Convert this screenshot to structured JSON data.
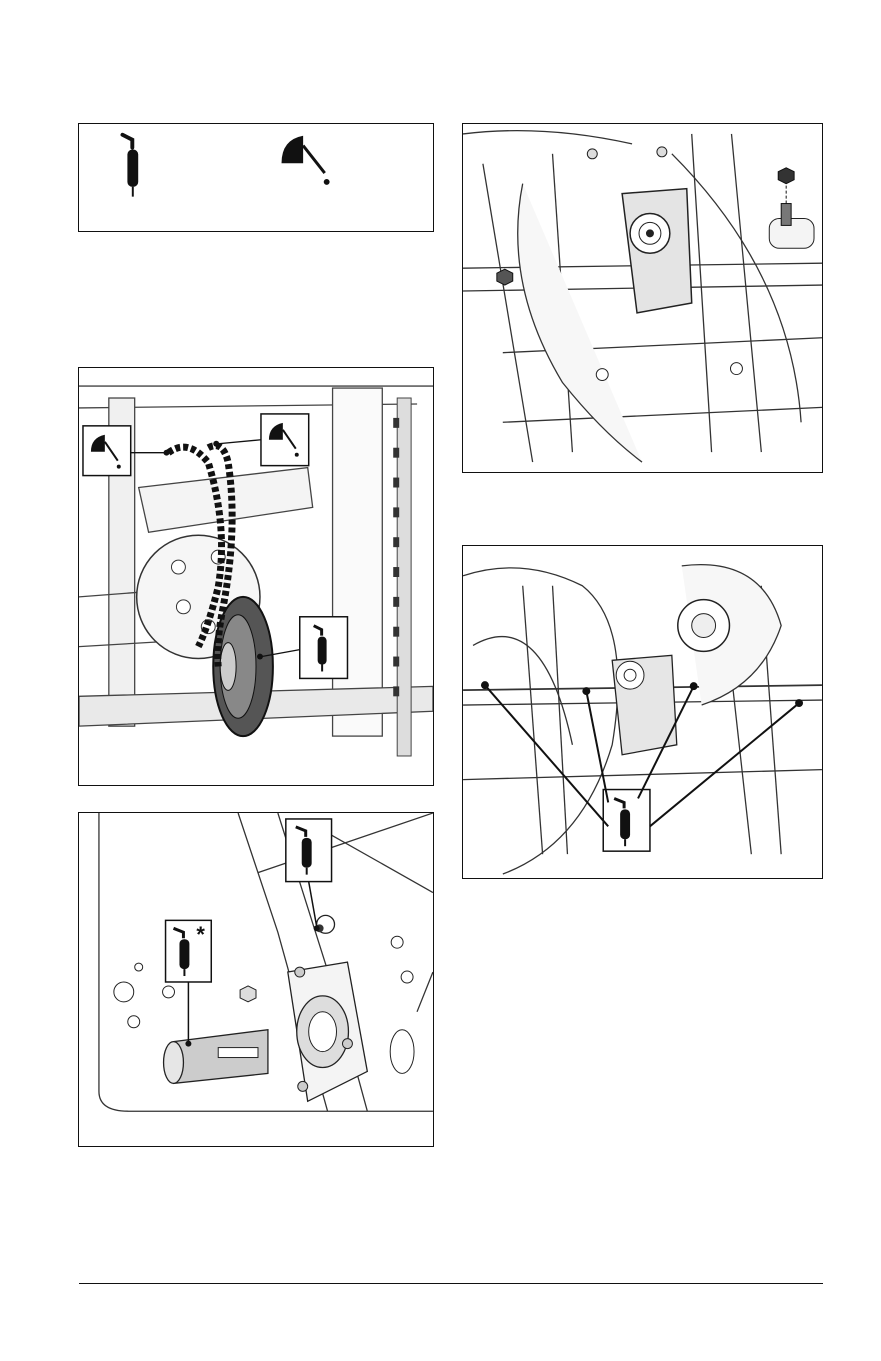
{
  "page": {
    "figures": [
      {
        "id": "legend",
        "icons": [
          "grease-gun-icon",
          "oil-can-icon"
        ]
      },
      {
        "id": "chain-drive",
        "icons": [
          "oil-can-icon",
          "oil-can-icon",
          "grease-gun-icon"
        ]
      },
      {
        "id": "auger-gearbox-fitting",
        "icons": []
      },
      {
        "id": "auger-shaft-grease-points",
        "icons": [
          "grease-gun-icon"
        ]
      },
      {
        "id": "drive-shaft-lubrication",
        "icons": [
          "grease-gun-icon",
          "grease-gun-icon"
        ],
        "asterisk": "*"
      }
    ]
  }
}
